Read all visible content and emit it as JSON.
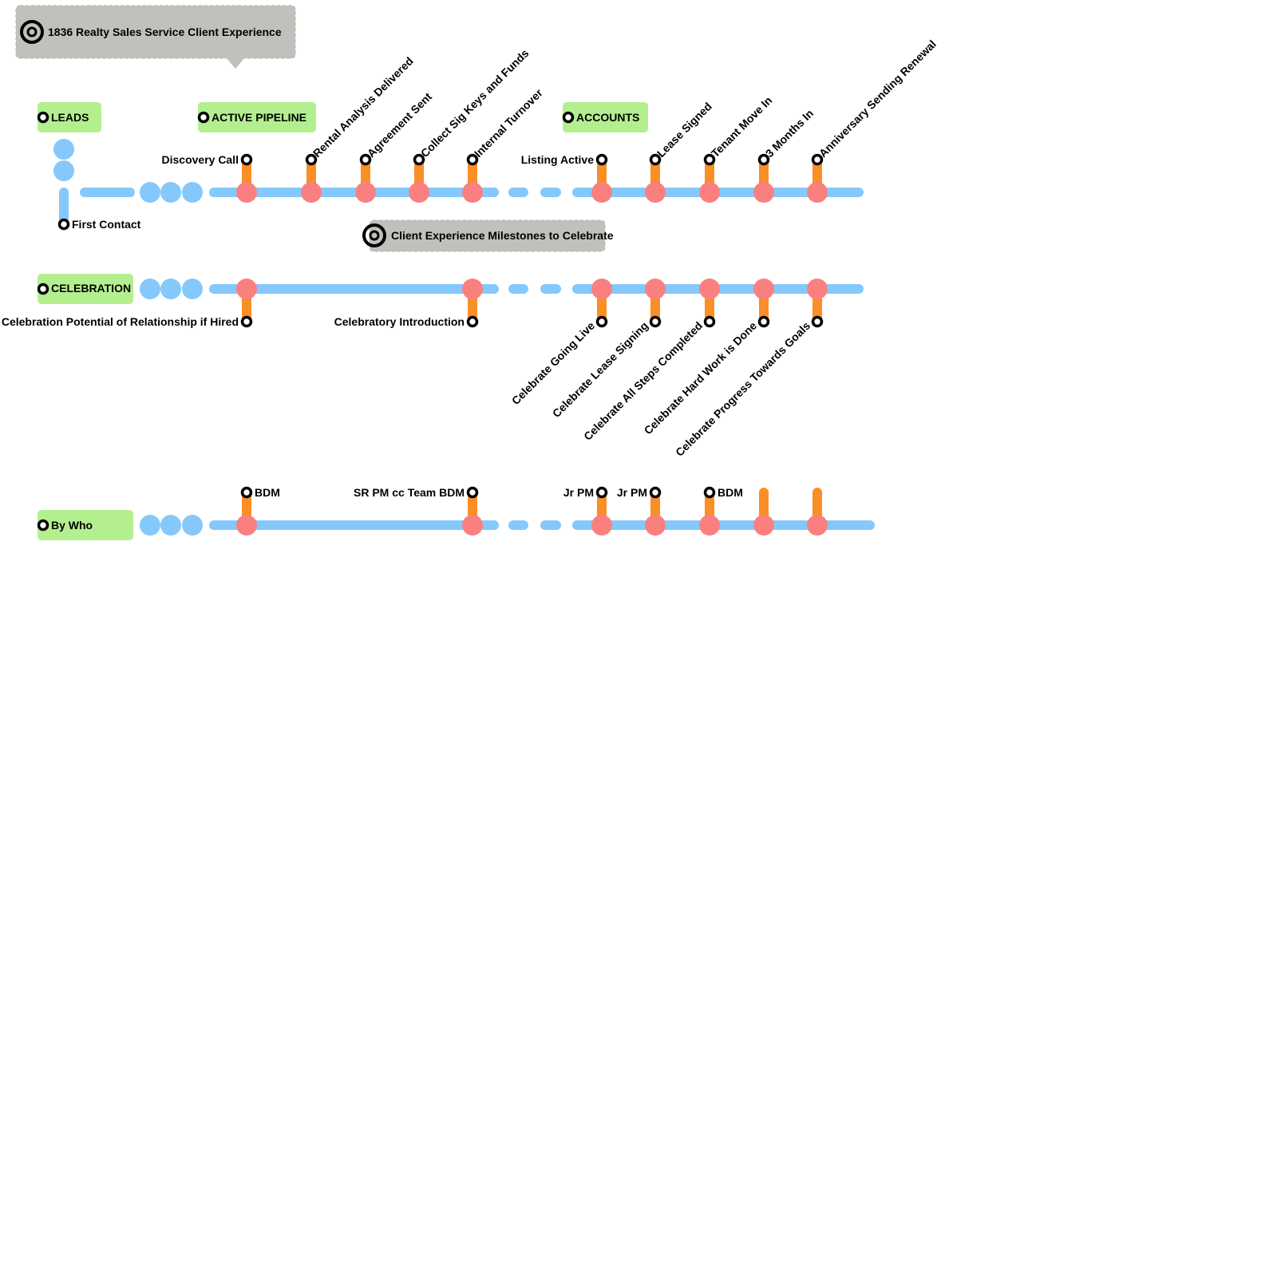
{
  "colors": {
    "line": "#85c8fc",
    "station": "#fa8080",
    "branch": "#fa8f26",
    "section_bg": "#b3ef8f",
    "callout_bg": "#c0c1bc",
    "ring": "#000000"
  },
  "callouts": {
    "title": "1836 Realty Sales  Service Client Experience",
    "milestones": "Client Experience Milestones to Celebrate"
  },
  "sections": {
    "leads": "LEADS",
    "active_pipeline": "ACTIVE PIPELINE",
    "accounts": "ACCOUNTS",
    "celebration": "CELEBRATION",
    "by_who": "By Who"
  },
  "leads": {
    "first_contact": "First Contact"
  },
  "pipeline_row": {
    "stations": [
      {
        "label": "Discovery Call"
      },
      {
        "label": "Rental Analysis Delivered"
      },
      {
        "label": "Agreement Sent"
      },
      {
        "label": "Collect Sig Keys and Funds"
      },
      {
        "label": "Internal Turnover"
      },
      {
        "label": "Listing Active"
      },
      {
        "label": "Lease Signed"
      },
      {
        "label": "Tenant Move In"
      },
      {
        "label": "3 Months In"
      },
      {
        "label": "Anniversary Sending Renewal"
      }
    ]
  },
  "celebration_row": {
    "stations": [
      {
        "label": "Celebration Potential of Relationship if Hired"
      },
      {
        "label": "Celebratory Introduction"
      },
      {
        "label": "Celebrate Going Live"
      },
      {
        "label": "Celebrate Lease Signing"
      },
      {
        "label": "Celebrate All Steps Completed"
      },
      {
        "label": "Celebrate Hard Work is Done"
      },
      {
        "label": "Celebrate Progress Towards Goals"
      }
    ]
  },
  "by_who_row": {
    "stations": [
      {
        "label": "BDM"
      },
      {
        "label": "SR PM cc Team  BDM"
      },
      {
        "label": "Jr PM"
      },
      {
        "label": "Jr PM"
      },
      {
        "label": "BDM"
      },
      {
        "label": ""
      },
      {
        "label": ""
      }
    ]
  }
}
